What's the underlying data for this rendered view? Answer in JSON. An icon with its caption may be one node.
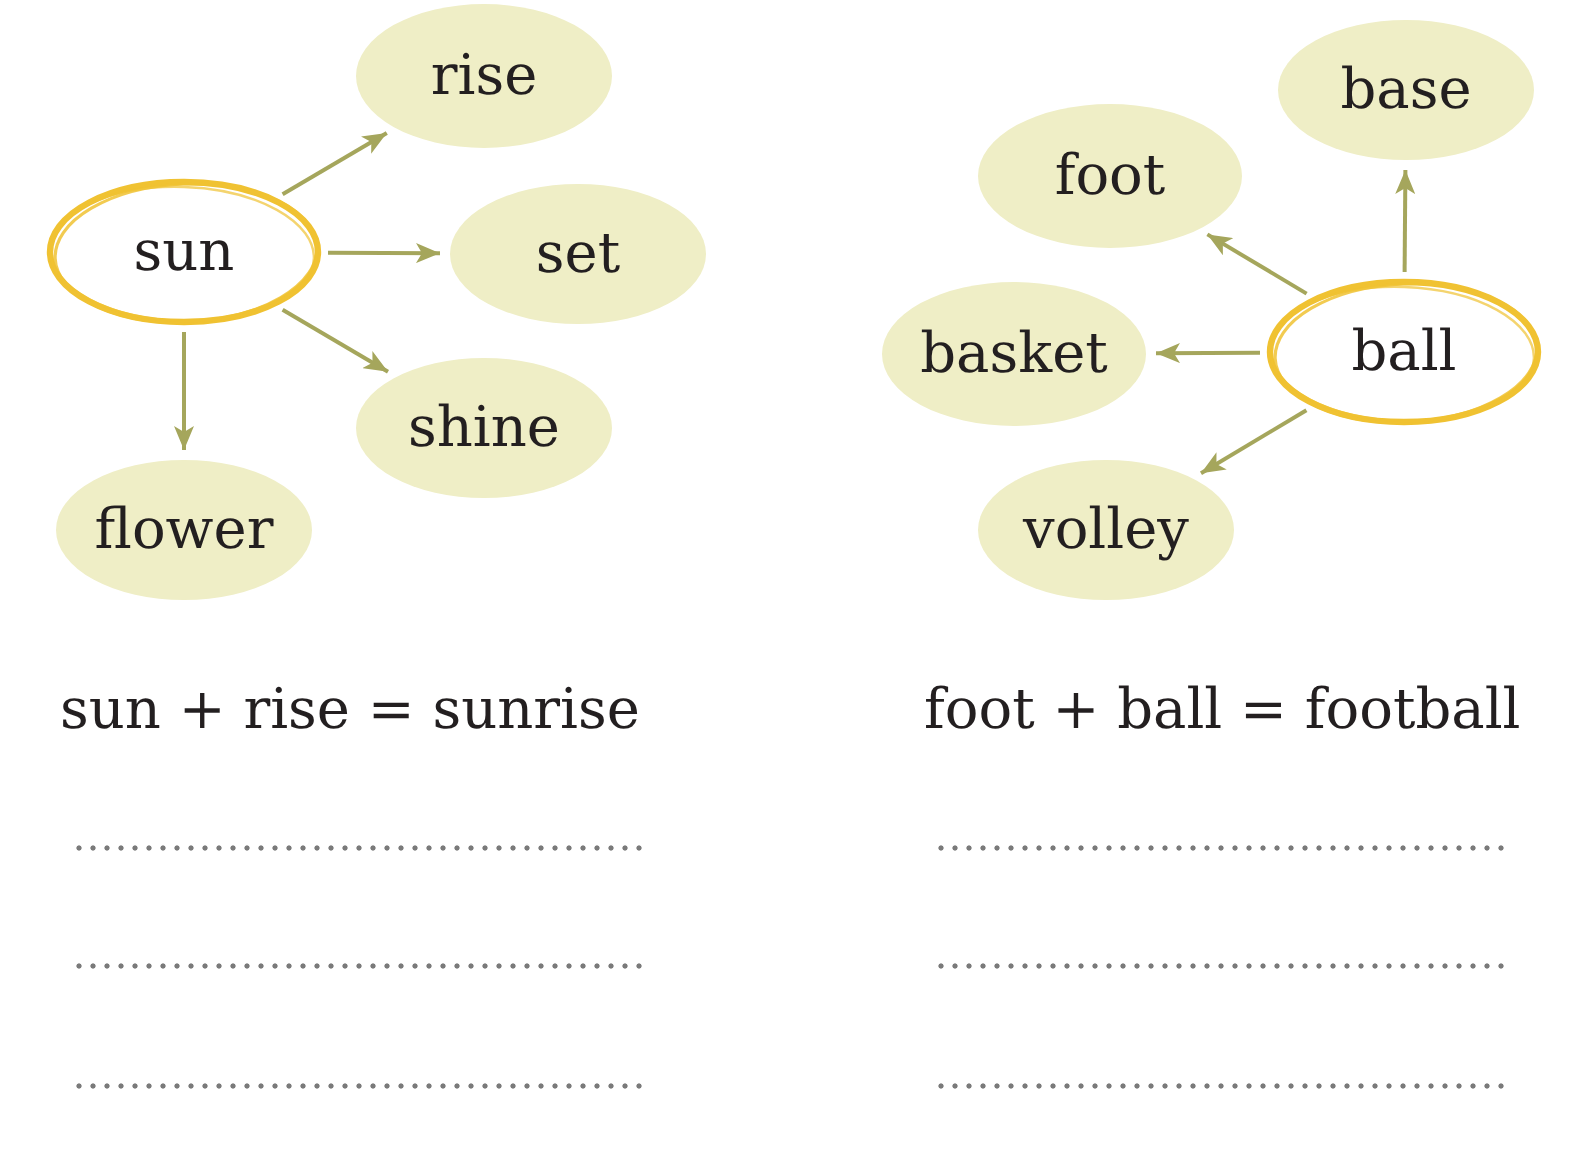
{
  "diagram": {
    "nodes": [
      {
        "text": [
          "sun"
        ]
      },
      {
        "text": [
          "rise"
        ]
      },
      {
        "text": [
          "set"
        ]
      },
      {
        "text": [
          "shine"
        ]
      },
      {
        "text": [
          "flower"
        ]
      },
      {
        "text": [
          "ball"
        ]
      },
      {
        "text": [
          "base"
        ]
      },
      {
        "text": [
          "foot"
        ]
      },
      {
        "text": [
          "basket"
        ]
      },
      {
        "text": [
          "volley"
        ]
      }
    ],
    "edges": [
      {
        "from": 0,
        "to": 1,
        "arrow": "to"
      },
      {
        "from": 0,
        "to": 2,
        "arrow": "to"
      },
      {
        "from": 0,
        "to": 3,
        "arrow": "to"
      },
      {
        "from": 0,
        "to": 4,
        "arrow": "to"
      },
      {
        "from": 5,
        "to": 6,
        "arrow": "to"
      },
      {
        "from": 5,
        "to": 7,
        "arrow": "to"
      },
      {
        "from": 5,
        "to": 8,
        "arrow": "to"
      },
      {
        "from": 5,
        "to": 9,
        "arrow": "to"
      }
    ],
    "labels": [
      "sun + rise = sunrise",
      "foot + ball = football"
    ]
  }
}
